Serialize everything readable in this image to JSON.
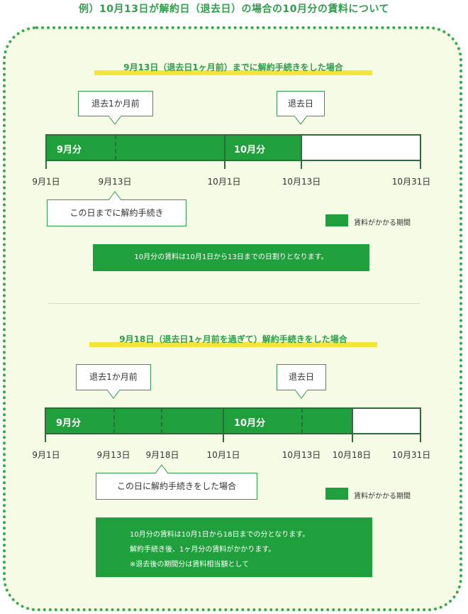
{
  "title": "例）10月13日が解約日（退去日）の場合の10月分の賃料について",
  "scenario1": {
    "heading": "9月13日（退去日1ヶ月前）までに解約手続きをした場合",
    "callout_before": "退去1か月前",
    "callout_leave": "退去日",
    "seg_sep": "9月分",
    "seg_oct": "10月分",
    "ticks": [
      "9月1日",
      "9月13日",
      "10月1日",
      "10月13日",
      "10月31日"
    ],
    "deadline_label": "この日までに解約手続き",
    "legend": "賃料がかかる期間",
    "note": "10月分の賃料は10月1日から13日までの日割りとなります。"
  },
  "scenario2": {
    "heading": "9月18日（退去日1ヶ月前を過ぎて）解約手続きをした場合",
    "callout_before": "退去1か月前",
    "callout_leave": "退去日",
    "seg_sep": "9月分",
    "seg_oct": "10月分",
    "ticks": [
      "9月1日",
      "9月13日",
      "9月18日",
      "10月1日",
      "10月13日",
      "10月18日",
      "10月31日"
    ],
    "deadline_label": "この日に解約手続きをした場合",
    "legend": "賃料がかかる期間",
    "note_lines": [
      "10月分の賃料は10月1日から18日までの分となります。",
      "解約手続き後、1ヶ月分の賃料がかかります。",
      "※退去後の期間分は賃料相当額として"
    ]
  },
  "colors": {
    "green": "#20a03c",
    "yellow": "#f5e43a",
    "title_green": "#2e9e4a",
    "bg": "#f6fbe6"
  }
}
